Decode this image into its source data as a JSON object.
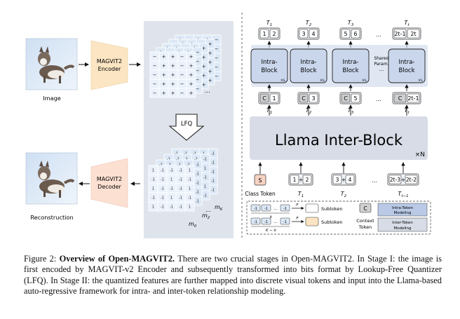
{
  "stage1": {
    "image_label": "Image",
    "encoder_label_1": "MAGVIT2",
    "encoder_label_2": "Encoder",
    "decoder_label_1": "MAGVIT2",
    "decoder_label_2": "Decoder",
    "reconstruction_label": "Reconstruction",
    "lfq_label": "LFQ",
    "m0": "m",
    "m0_sub": "0",
    "m2": "m",
    "m2_sub": "2",
    "mk": "m",
    "mk_sub": "K",
    "dots": "...",
    "plus_sign": "+",
    "minus_sign": "−",
    "neg_one": "-1",
    "pos_one": "1"
  },
  "stage2": {
    "top_tokens": [
      {
        "a": "1",
        "b": "2",
        "t": "T",
        "sub": "1"
      },
      {
        "a": "3",
        "b": "4",
        "t": "T",
        "sub": "2"
      },
      {
        "a": "5",
        "b": "6",
        "t": "T",
        "sub": "3"
      },
      {
        "a": "2t-1",
        "b": "2t",
        "t": "T",
        "sub": "t"
      }
    ],
    "intra_block_1": "Intra-",
    "intra_block_2": "Block",
    "x_l": "×L",
    "shared_param_1": "Shared",
    "shared_param_2": "Param.",
    "mid_tokens": [
      {
        "a": "C",
        "b": "1",
        "t": "T",
        "sub": "1"
      },
      {
        "a": "C",
        "b": "3",
        "t": "T",
        "sub": "2"
      },
      {
        "a": "C",
        "b": "5",
        "t": "T",
        "sub": "3"
      },
      {
        "a": "C",
        "b": "2t-1",
        "t": "T",
        "sub": "t"
      }
    ],
    "llama_label": "Llama Inter-Block",
    "x_n": "×N",
    "class_token_symbol": "S",
    "class_token_label": "Class Token",
    "bottom_tokens": [
      {
        "a": "1",
        "b": "2",
        "t": "T",
        "sub": "1"
      },
      {
        "a": "3",
        "b": "4",
        "t": "T",
        "sub": "2"
      },
      {
        "a": "2t-3",
        "b": "2t-2",
        "t": "T",
        "sub": "t−1"
      }
    ],
    "ellipsis": "...",
    "plus": "+"
  },
  "legend": {
    "row1_tokens": [
      "-1",
      "-1",
      "-1"
    ],
    "row1_k": "k",
    "row1_f": "F",
    "row2_tokens": [
      "-1",
      "-1",
      "-1"
    ],
    "row2_k": "K − k",
    "row2_f": "F",
    "subtoken": "Subtoken",
    "subtoken2": "Subtoken",
    "context_symbol": "C",
    "context_label_1": "Context",
    "context_label_2": "Token",
    "intra_label_1": "Intra-Token",
    "intra_label_2": "Modeling",
    "inter_label_1": "Inter-Token",
    "inter_label_2": "Modeling",
    "dots": "..."
  },
  "caption": {
    "prefix": "Figure 2: ",
    "title": "Overview of Open-MAGVIT2.",
    "body": " There are two crucial stages in Open-MAGVIT2. In Stage I: the image is first encoded by MAGVIT-v2 Encoder and subsequently transformed into bits format by Lookup-Free Quantizer (LFQ). In Stage II: the quantized features are further mapped into discrete visual tokens and input into the Llama-based auto-regressive framework for intra- and inter-token relationship modeling."
  },
  "colors": {
    "encoder_fill": "#fbe5c2",
    "decoder_fill": "#fce0d2",
    "panel_fill": "#dfe4ec",
    "llama_fill": "#d7dce6",
    "intra_fill": "#c9d6ec",
    "shared_band": "#b9c9e6",
    "class_token_fill": "#f6d3c3",
    "context_fill": "#d0d0d0",
    "grid_blue": "#dce8f6"
  }
}
